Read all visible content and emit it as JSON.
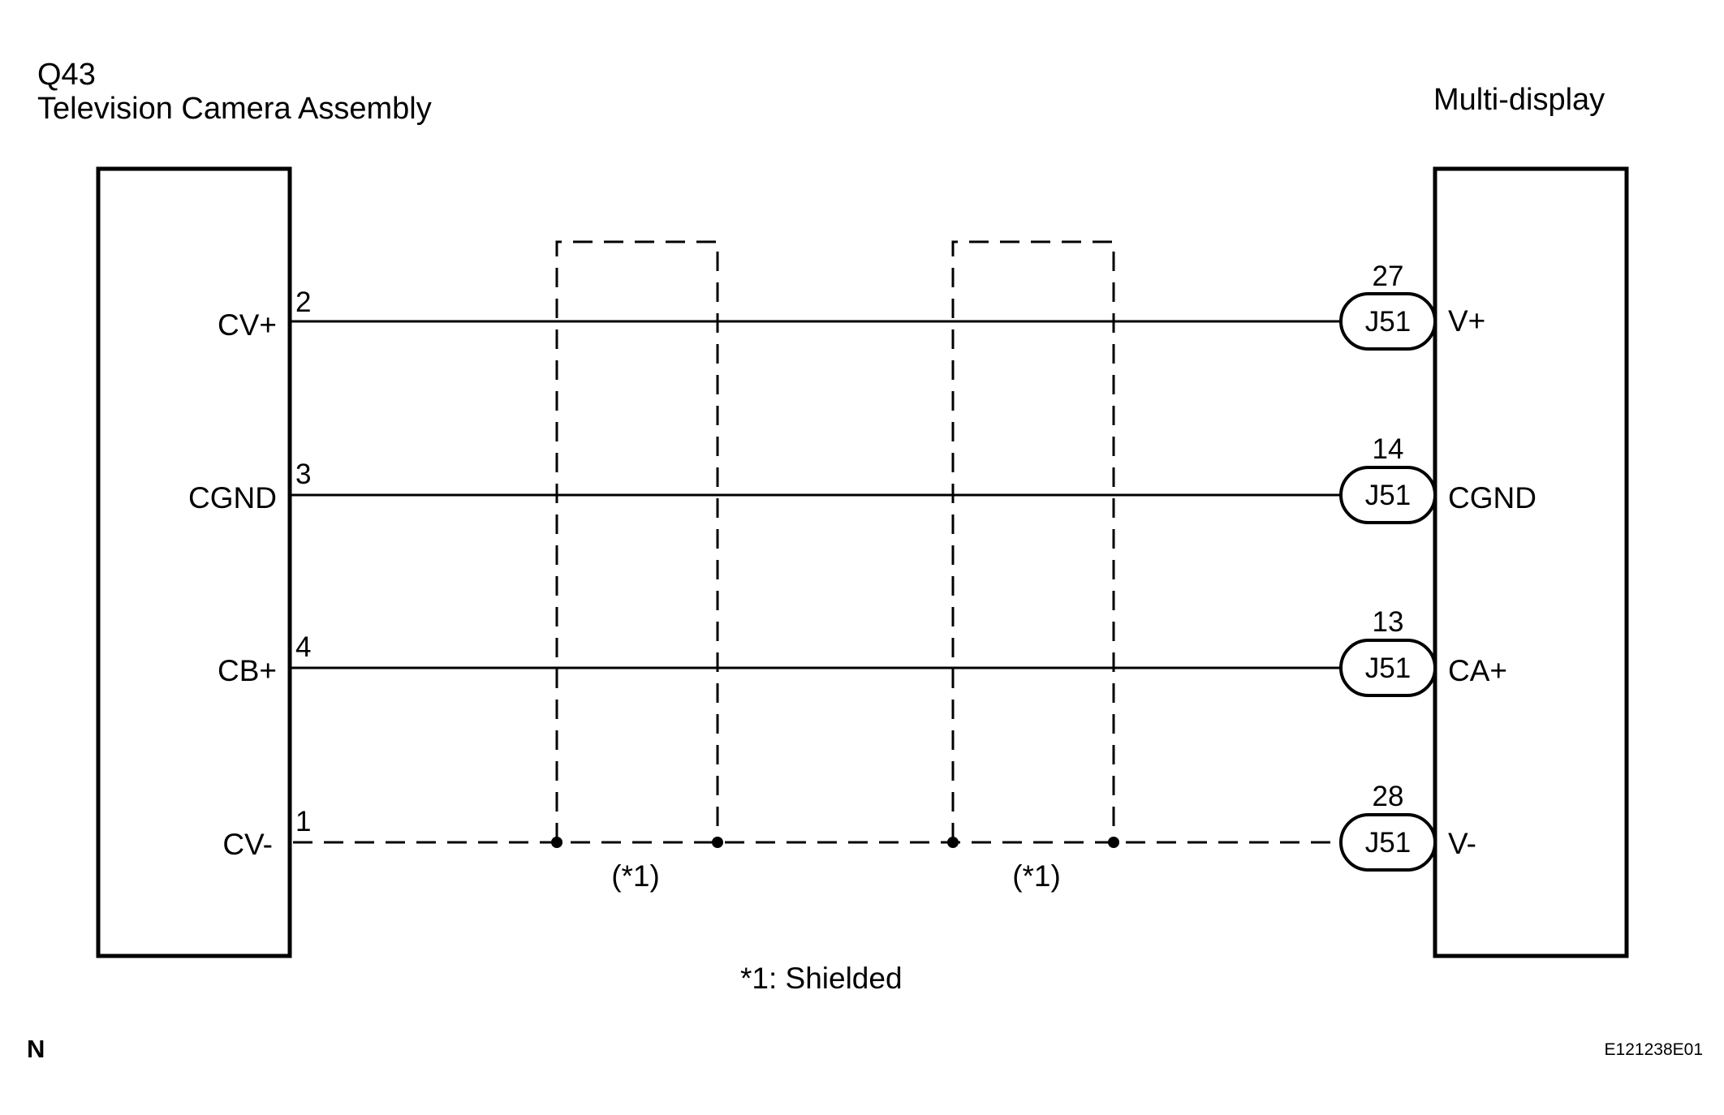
{
  "left_component": {
    "id": "Q43",
    "name": "Television Camera Assembly"
  },
  "right_component": {
    "name": "Multi-display"
  },
  "wires": [
    {
      "left_signal": "CV+",
      "left_pin": "2",
      "connector": "J51",
      "right_pin": "27",
      "right_signal": "V+",
      "style": "solid"
    },
    {
      "left_signal": "CGND",
      "left_pin": "3",
      "connector": "J51",
      "right_pin": "14",
      "right_signal": "CGND",
      "style": "solid"
    },
    {
      "left_signal": "CB+",
      "left_pin": "4",
      "connector": "J51",
      "right_pin": "13",
      "right_signal": "CA+",
      "style": "solid"
    },
    {
      "left_signal": "CV-",
      "left_pin": "1",
      "connector": "J51",
      "right_pin": "28",
      "right_signal": "V-",
      "style": "dashed"
    }
  ],
  "shield_labels": [
    "(*1)",
    "(*1)"
  ],
  "footnote": "*1: Shielded",
  "corner_letter": "N",
  "drawing_code": "E121238E01"
}
